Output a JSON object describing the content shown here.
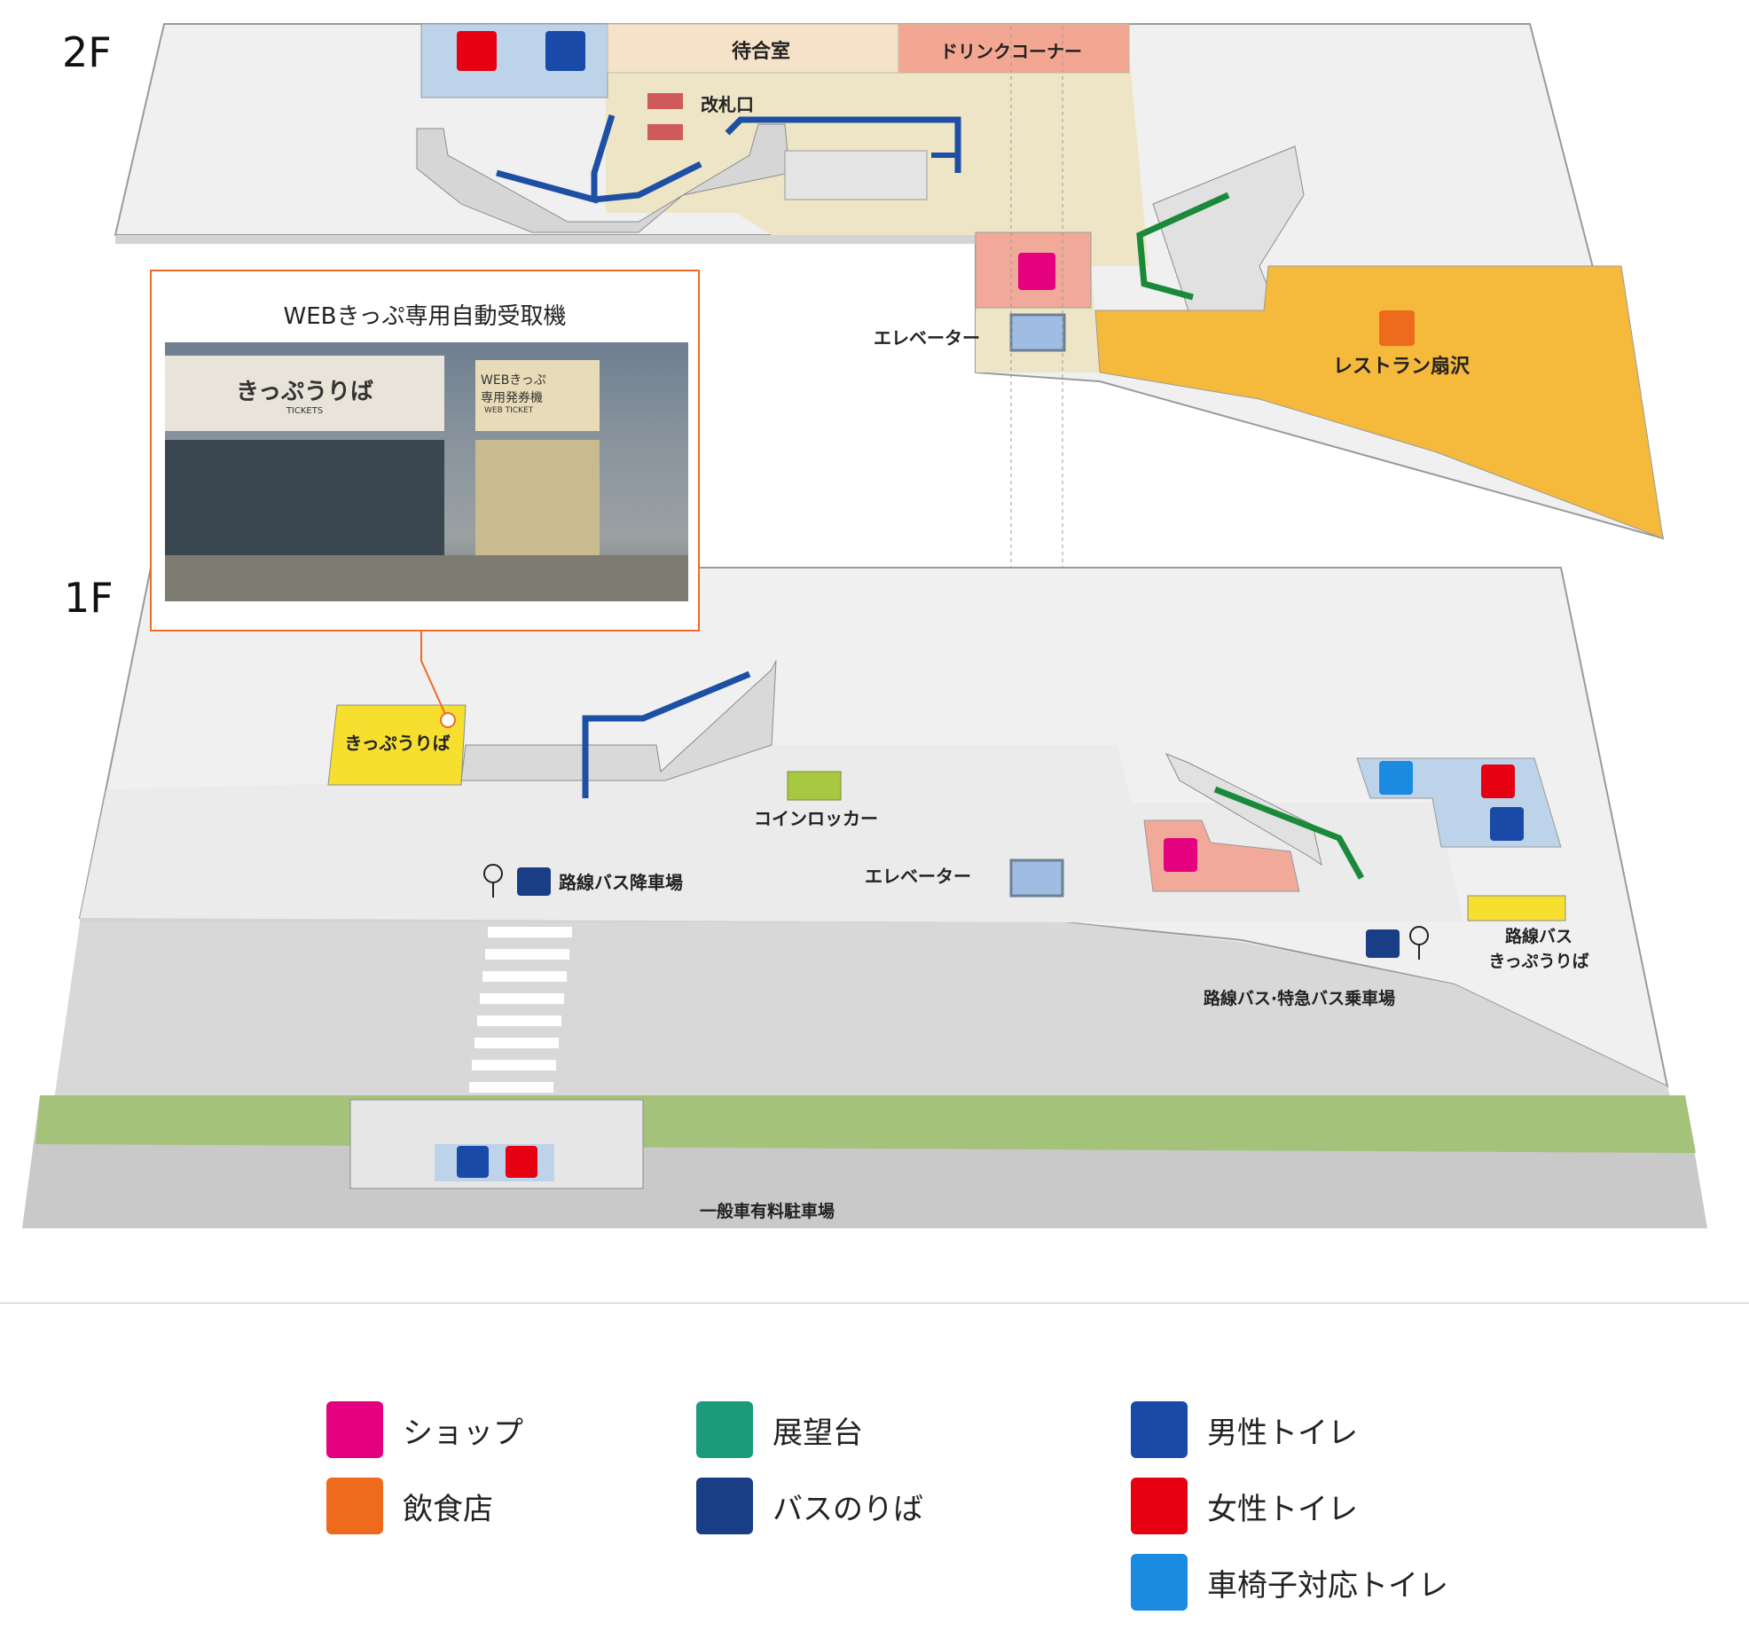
{
  "floors": {
    "upper": "2F",
    "lower": "1F"
  },
  "upper_floor": {
    "waiting_room": "待合室",
    "drink_corner": "ドリンクコーナー",
    "ticket_gate": "改札口",
    "elevator": "エレベーター",
    "restaurant": "レストラン扇沢"
  },
  "photo_callout": {
    "caption": "WEBきっぷ専用自動受取機",
    "sign_main": "きっぷうりば",
    "sign_sub": "TICKETS",
    "sign_web": "WEBきっぷ 専用発券機",
    "sign_web_sub": "WEB TICKET"
  },
  "lower_floor": {
    "ticket_office": "きっぷうりば",
    "coin_locker": "コインロッカー",
    "elevator": "エレベーター",
    "bus_drop_off": "路線バス降車場",
    "bus_ticket_office_line1": "路線バス",
    "bus_ticket_office_line2": "きっぷうりば",
    "bus_boarding": "路線バス·特急バス乗車場",
    "parking": "一般車有料駐車場"
  },
  "legend": {
    "shop": "ショップ",
    "restaurant": "飲食店",
    "observatory": "展望台",
    "bus_stop": "バスのりば",
    "mens_toilet": "男性トイレ",
    "womens_toilet": "女性トイレ",
    "accessible_toilet": "車椅子対応トイレ"
  },
  "colors": {
    "shop": "#e4007f",
    "restaurant": "#ee6a1c",
    "observatory": "#1b9a7c",
    "bus": "#1a3e86",
    "mens": "#1a4aa8",
    "womens": "#e60012",
    "accessible": "#1a8be0",
    "route_blue": "#1d4fa5",
    "route_green": "#1a8a3a"
  }
}
